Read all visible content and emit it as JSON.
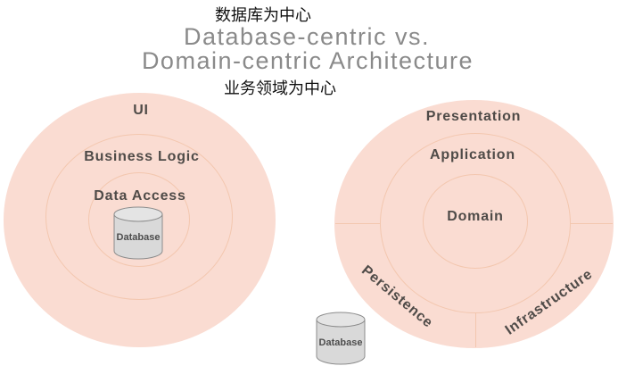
{
  "header": {
    "label_top_cn": "数据库为中心",
    "title_line1": "Database-centric vs.",
    "title_line2": "Domain-centric Architecture",
    "label_bottom_cn": "业务领域为中心"
  },
  "left_diagram": {
    "layers": [
      {
        "label": "UI"
      },
      {
        "label": "Business Logic"
      },
      {
        "label": "Data Access"
      }
    ],
    "center_icon_label": "Database"
  },
  "right_diagram": {
    "layers": [
      {
        "label": "Presentation"
      },
      {
        "label": "Application"
      },
      {
        "label": "Domain"
      }
    ],
    "outer_ring_segments": [
      {
        "label": "Persistence"
      },
      {
        "label": "Infrastructure"
      }
    ],
    "external_icon_label": "Database"
  },
  "colors": {
    "circle_fill": "#fadcd2",
    "ring_stroke": "#f3c7af",
    "layer_label_text": "#4f4b48",
    "title_text": "#8a8a8a",
    "cn_label_text": "#111111",
    "cylinder_fill": "#d9d9d9",
    "cylinder_top_fill": "#e4e4e4",
    "cylinder_stroke": "#8c8c8c",
    "cylinder_label_text": "#4d4d4d"
  }
}
